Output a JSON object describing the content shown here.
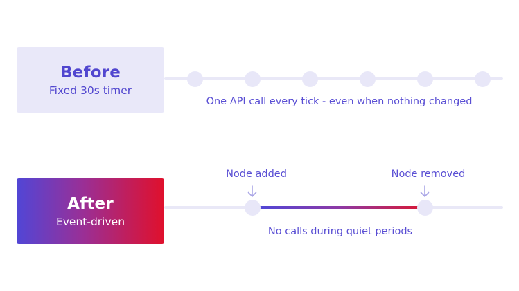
{
  "before": {
    "title": "Before",
    "subtitle": "Fixed 30s timer",
    "caption": "One API call every tick - even when nothing changed",
    "tick_count": 6
  },
  "after": {
    "title": "After",
    "subtitle": "Event-driven",
    "caption": "No calls during quiet periods",
    "events": [
      {
        "label": "Node added"
      },
      {
        "label": "Node removed"
      }
    ]
  },
  "colors": {
    "accent": "#5146cf",
    "before_box": "#e9e8f9",
    "track": "#e9e8f7",
    "gradient_start": "#5146d6",
    "gradient_end": "#e0102c"
  },
  "icons": {
    "event_marker": "arrow-down-icon",
    "tick": "circle-icon"
  }
}
